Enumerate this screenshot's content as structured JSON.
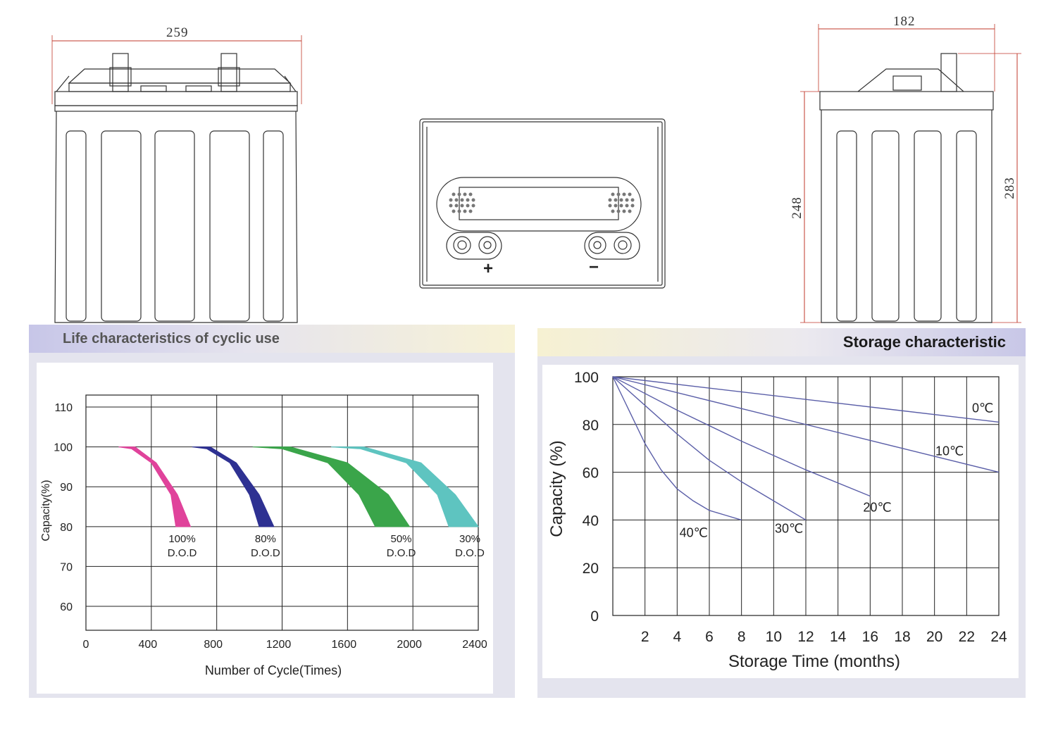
{
  "drawings": {
    "front_width": "259",
    "side_width": "182",
    "side_height_case": "248",
    "side_height_total": "283",
    "terminal_positive": "+",
    "terminal_negative": "−"
  },
  "cycle_panel": {
    "header": "Life characteristics of cyclic use"
  },
  "storage_panel": {
    "header": "Storage characteristic"
  },
  "chart_data": [
    {
      "type": "area",
      "title": "Life characteristics of cyclic use",
      "xlabel": "Number of Cycle(Times)",
      "ylabel": "Capacity(%)",
      "xlim": [
        0,
        2400
      ],
      "ylim": [
        54,
        113
      ],
      "x_ticks": [
        "0",
        "400",
        "800",
        "1200",
        "1600",
        "2000",
        "2400"
      ],
      "y_ticks": [
        "60",
        "70",
        "80",
        "90",
        "100",
        "110"
      ],
      "grid": true,
      "series": [
        {
          "label_line1": "100%",
          "label_line2": "D.O.D",
          "color": "#e0439b",
          "outer": [
            [
              200,
              100
            ],
            [
              300,
              100
            ],
            [
              430,
              96
            ],
            [
              560,
              88
            ],
            [
              640,
              80
            ]
          ],
          "inner": [
            [
              200,
              100
            ],
            [
              280,
              99.5
            ],
            [
              400,
              96
            ],
            [
              520,
              88
            ],
            [
              550,
              80
            ]
          ]
        },
        {
          "label_line1": "80%",
          "label_line2": "D.O.D",
          "color": "#2e3192",
          "outer": [
            [
              650,
              100
            ],
            [
              760,
              100
            ],
            [
              920,
              96
            ],
            [
              1060,
              88
            ],
            [
              1150,
              80
            ]
          ],
          "inner": [
            [
              650,
              100
            ],
            [
              740,
              99.5
            ],
            [
              880,
              96
            ],
            [
              1000,
              88
            ],
            [
              1060,
              80
            ]
          ]
        },
        {
          "label_line1": "50%",
          "label_line2": "D.O.D",
          "color": "#3aa54a",
          "outer": [
            [
              1020,
              100
            ],
            [
              1250,
              100
            ],
            [
              1600,
              96
            ],
            [
              1850,
              88
            ],
            [
              1980,
              80
            ]
          ],
          "inner": [
            [
              1020,
              100
            ],
            [
              1200,
              99.5
            ],
            [
              1480,
              96
            ],
            [
              1670,
              88
            ],
            [
              1770,
              80
            ]
          ]
        },
        {
          "label_line1": "30%",
          "label_line2": "D.O.D",
          "color": "#5ec4c0",
          "outer": [
            [
              1500,
              100
            ],
            [
              1700,
              100
            ],
            [
              2050,
              96
            ],
            [
              2260,
              88
            ],
            [
              2400,
              80
            ]
          ],
          "inner": [
            [
              1500,
              100
            ],
            [
              1680,
              99.5
            ],
            [
              1960,
              96
            ],
            [
              2150,
              88
            ],
            [
              2220,
              80
            ]
          ]
        }
      ]
    },
    {
      "type": "line",
      "title": "Storage characteristic",
      "xlabel": "Storage Time (months)",
      "ylabel": "Capacity (%)",
      "xlim": [
        0,
        24
      ],
      "ylim": [
        0,
        100
      ],
      "x_ticks": [
        "2",
        "4",
        "6",
        "8",
        "10",
        "12",
        "14",
        "16",
        "18",
        "20",
        "22",
        "24"
      ],
      "y_ticks": [
        "0",
        "20",
        "40",
        "60",
        "80",
        "100"
      ],
      "grid": true,
      "line_color": "#5b5fa8",
      "series": [
        {
          "name": "0℃",
          "x": [
            0,
            24
          ],
          "y": [
            100,
            81
          ]
        },
        {
          "name": "10℃",
          "x": [
            0,
            24
          ],
          "y": [
            100,
            60
          ]
        },
        {
          "name": "20℃",
          "x": [
            0,
            4,
            8,
            12,
            16
          ],
          "y": [
            100,
            86,
            73,
            61,
            50
          ]
        },
        {
          "name": "30℃",
          "x": [
            0,
            2,
            4,
            6,
            8,
            10,
            12
          ],
          "y": [
            100,
            88,
            76,
            65,
            56,
            48,
            40
          ]
        },
        {
          "name": "40℃",
          "x": [
            0,
            1,
            2,
            3,
            4,
            5,
            6,
            7,
            8
          ],
          "y": [
            100,
            86,
            72,
            61,
            53,
            48,
            44,
            42,
            40
          ]
        }
      ]
    }
  ]
}
